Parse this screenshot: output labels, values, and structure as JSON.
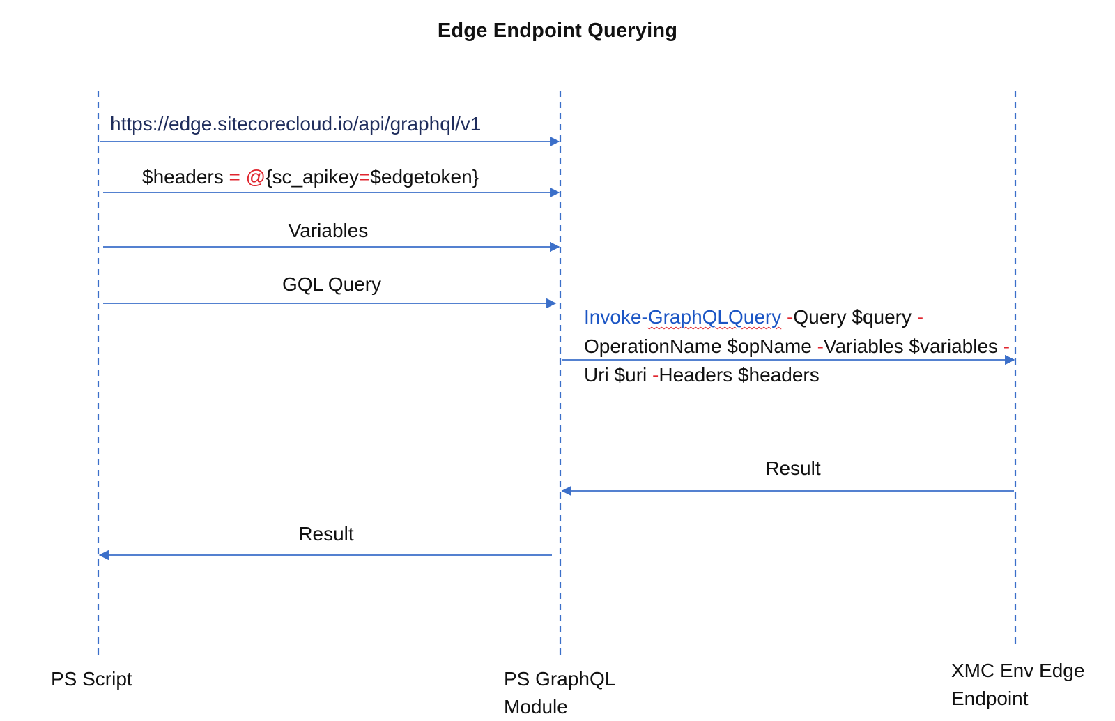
{
  "diagram": {
    "title": "Edge Endpoint Querying",
    "participants": [
      {
        "id": "ps-script",
        "line1": "PS Script",
        "line2": ""
      },
      {
        "id": "ps-graphql-module",
        "line1": "PS GraphQL",
        "line2": "Module"
      },
      {
        "id": "xmc-edge-endpoint",
        "line1": "XMC Env Edge",
        "line2": "Endpoint"
      }
    ],
    "messages": [
      {
        "from": "ps-script",
        "to": "ps-graphql-module",
        "label": "https://edge.sitecorecloud.io/api/graphql/v1"
      },
      {
        "from": "ps-script",
        "to": "ps-graphql-module",
        "parts": {
          "a": "$headers ",
          "b": "= @",
          "c": "{sc_apikey",
          "d": "=",
          "e": "$edgetoken}"
        }
      },
      {
        "from": "ps-script",
        "to": "ps-graphql-module",
        "label": "Variables"
      },
      {
        "from": "ps-script",
        "to": "ps-graphql-module",
        "label": "GQL Query"
      },
      {
        "from": "ps-graphql-module",
        "to": "xmc-edge-endpoint",
        "parts": {
          "cmd_a": "Invoke-",
          "cmd_b": "GraphQLQuery",
          "dash1": " -",
          "query": "Query $query ",
          "dash2": "-",
          "opname": "OperationName $opName ",
          "dash3": "-",
          "variables": "Variables $variables ",
          "dash4": "-",
          "uri": "Uri $uri  ",
          "dash5": "-",
          "headers": "Headers $headers"
        }
      },
      {
        "from": "xmc-edge-endpoint",
        "to": "ps-graphql-module",
        "label": "Result"
      },
      {
        "from": "ps-graphql-module",
        "to": "ps-script",
        "label": "Result"
      }
    ],
    "colors": {
      "lifeline": "#3b6fc9",
      "arrow": "#3b6fc9",
      "keyword_red": "#e0262f",
      "command_blue": "#1b55c4",
      "url_navy": "#1f2d5c",
      "text": "#111111"
    }
  }
}
